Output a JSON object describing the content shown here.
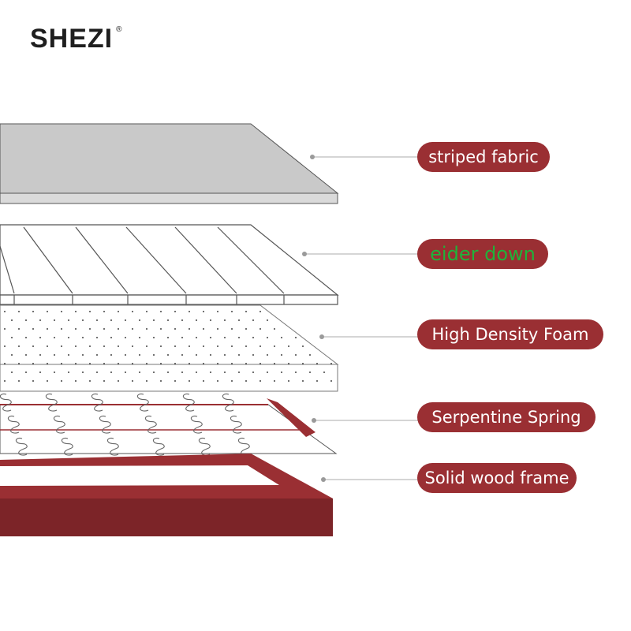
{
  "brand": {
    "name": "SHEZI",
    "mark": "®"
  },
  "colors": {
    "pill": "#9a2f33",
    "frame": "#9a2f33",
    "frame_side": "#7c2428",
    "fabric_top": "#c9c9c9",
    "fabric_side": "#dadada",
    "line": "#555555",
    "leader": "#bcbcbc",
    "eider_label_text": "#1fb33a"
  },
  "layers": [
    {
      "id": "fabric",
      "label": "striped fabric"
    },
    {
      "id": "eider",
      "label": "eider down"
    },
    {
      "id": "foam",
      "label": "High Density Foam"
    },
    {
      "id": "spring",
      "label": "Serpentine Spring"
    },
    {
      "id": "frame",
      "label": "Solid wood frame"
    }
  ]
}
